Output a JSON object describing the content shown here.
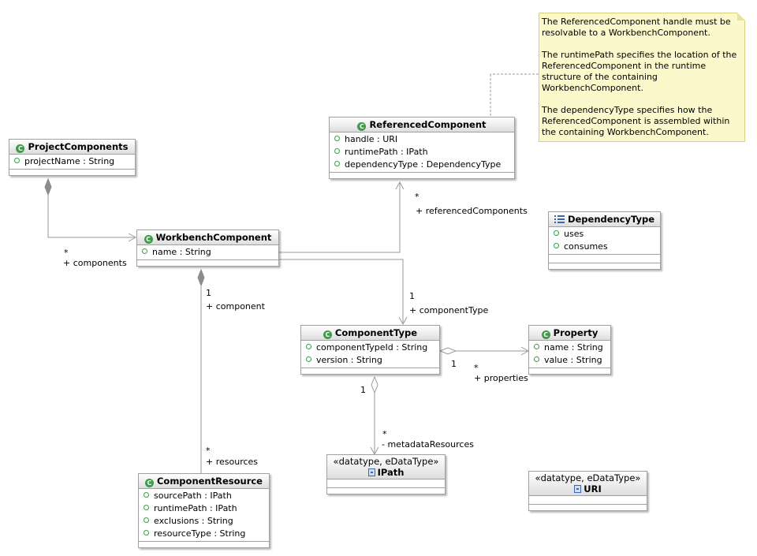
{
  "classes": {
    "project_components": {
      "name": "ProjectComponents",
      "attrs": [
        "projectName : String"
      ]
    },
    "referenced_component": {
      "name": "ReferencedComponent",
      "attrs": [
        "handle : URI",
        "runtimePath : IPath",
        "dependencyType : DependencyType"
      ]
    },
    "workbench_component": {
      "name": "WorkbenchComponent",
      "attrs": [
        "name : String"
      ]
    },
    "dependency_type": {
      "name": "DependencyType",
      "literals": [
        "uses",
        "consumes"
      ]
    },
    "component_type": {
      "name": "ComponentType",
      "attrs": [
        "componentTypeId : String",
        "version : String"
      ]
    },
    "property": {
      "name": "Property",
      "attrs": [
        "name : String",
        "value : String"
      ]
    },
    "component_resource": {
      "name": "ComponentResource",
      "attrs": [
        "sourcePath : IPath",
        "runtimePath : IPath",
        "exclusions : String",
        "resourceType : String"
      ]
    },
    "ipath": {
      "stereotype": "«datatype, eDataType»",
      "name": "IPath"
    },
    "uri": {
      "stereotype": "«datatype, eDataType»",
      "name": "URI"
    }
  },
  "note": {
    "paragraphs": [
      "The ReferencedComponent handle must be resolvable to a WorkbenchComponent.",
      "The runtimePath specifies the location of the ReferencedComponent in the runtime structure of the containing WorkbenchComponent.",
      "The dependencyType specifies how the ReferencedComponent is assembled within the containing WorkbenchComponent."
    ]
  },
  "edge_labels": {
    "components_mult": "*",
    "components_role": "+ components",
    "ref_mult": "*",
    "ref_role": "+ referencedComponents",
    "component_mult": "1",
    "component_role": "+ component",
    "ctype_mult": "1",
    "ctype_role": "+ componentType",
    "resources_mult": "*",
    "resources_role": "+ resources",
    "props_src_mult": "1",
    "props_mult": "*",
    "props_role": "+ properties",
    "meta_src_mult": "1",
    "meta_mult": "*",
    "meta_role": "- metadataResources"
  },
  "icons": {
    "class": "class-c-icon",
    "enum": "enumeration-icon",
    "datatype": "datatype-icon",
    "attribute": "public-attribute-icon"
  },
  "colors": {
    "class_icon": "#3f9a4a",
    "note_fill": "#fbf8cc",
    "edge": "#999999"
  }
}
